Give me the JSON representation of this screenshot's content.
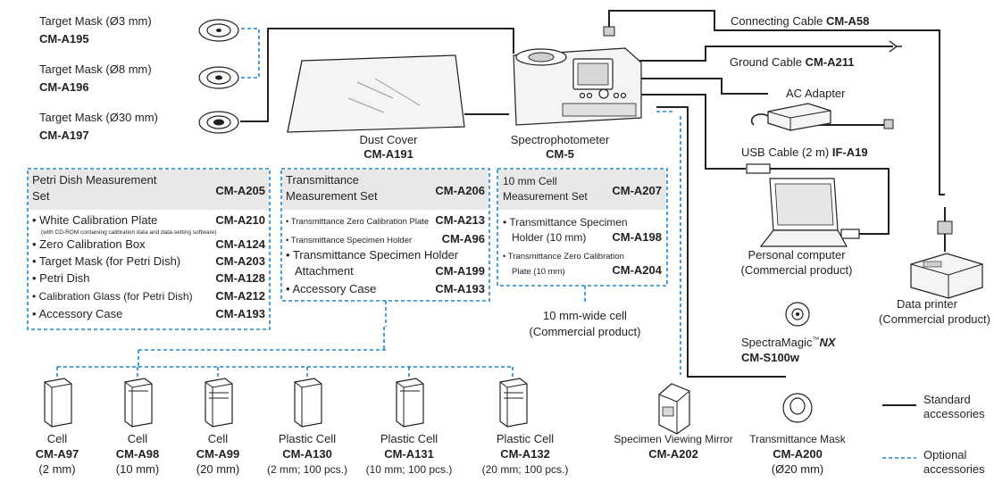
{
  "target_masks": [
    {
      "name": "Target Mask (Ø3 mm)",
      "code": "CM-A195"
    },
    {
      "name": "Target Mask (Ø8 mm)",
      "code": "CM-A196"
    },
    {
      "name": "Target Mask (Ø30 mm)",
      "code": "CM-A197"
    }
  ],
  "dust_cover": {
    "name": "Dust Cover",
    "code": "CM-A191"
  },
  "spectro": {
    "name": "Spectrophotometer",
    "code": "CM-5"
  },
  "cables": {
    "connecting": {
      "name": "Connecting Cable ",
      "code": "CM-A58"
    },
    "ground": {
      "name": "Ground Cable ",
      "code": "CM-A211"
    },
    "ac": {
      "name": "AC Adapter"
    },
    "usb": {
      "name": "USB Cable (2 m) ",
      "code": "IF-A19"
    }
  },
  "pc": {
    "line1": "Personal computer",
    "line2": "(Commercial product)"
  },
  "printer": {
    "line1": "Data printer",
    "line2": "(Commercial product)"
  },
  "software": {
    "name": "SpectraMagic",
    "tm": "™",
    "suffix": "NX",
    "code": "CM-S100w"
  },
  "petri_set": {
    "title1": "Petri Dish Measurement",
    "title2": "Set",
    "code": "CM-A205",
    "items": [
      {
        "name": "• White Calibration Plate",
        "code": "CM-A210"
      },
      {
        "name": "• Zero Calibration Box",
        "code": "CM-A124"
      },
      {
        "name": "• Target Mask (for Petri Dish)",
        "code": "CM-A203"
      },
      {
        "name": "• Petri Dish",
        "code": "CM-A128"
      },
      {
        "name": "• Calibration Glass (for Petri Dish)",
        "code": "CM-A212"
      },
      {
        "name": "• Accessory Case",
        "code": "CM-A193"
      }
    ],
    "note": "(with CD-ROM containing calibration data and data-setting software)"
  },
  "trans_set": {
    "title1": "Transmittance",
    "title2": "Measurement Set",
    "code": "CM-A206",
    "items": [
      {
        "name": "• Transmittance Zero Calibration Plate",
        "code": "CM-A213"
      },
      {
        "name": "• Transmittance Specimen Holder",
        "code": "CM-A96"
      },
      {
        "name": "• Transmittance Specimen Holder",
        "code": ""
      },
      {
        "name": "Attachment",
        "code": "CM-A199"
      },
      {
        "name": "• Accessory Case",
        "code": "CM-A193"
      }
    ]
  },
  "cell_set": {
    "title1": "10 mm Cell",
    "title2": "Measurement Set",
    "code": "CM-A207",
    "items": [
      {
        "name": "• Transmittance Specimen",
        "code": ""
      },
      {
        "name": "Holder (10 mm)",
        "code": "CM-A198"
      },
      {
        "name": "• Transmittance Zero Calibration",
        "code": ""
      },
      {
        "name": "Plate (10 mm)",
        "code": "CM-A204"
      }
    ]
  },
  "wide_cell": {
    "line1": "10 mm-wide cell",
    "line2": "(Commercial product)"
  },
  "cells": [
    {
      "name": "Cell",
      "code": "CM-A97",
      "size": "(2 mm)"
    },
    {
      "name": "Cell",
      "code": "CM-A98",
      "size": "(10 mm)"
    },
    {
      "name": "Cell",
      "code": "CM-A99",
      "size": "(20 mm)"
    },
    {
      "name": "Plastic Cell",
      "code": "CM-A130",
      "size": "(2 mm; 100 pcs.)"
    },
    {
      "name": "Plastic Cell",
      "code": "CM-A131",
      "size": "(10 mm; 100 pcs.)"
    },
    {
      "name": "Plastic Cell",
      "code": "CM-A132",
      "size": "(20 mm; 100 pcs.)"
    }
  ],
  "mirror": {
    "name": "Specimen Viewing Mirror",
    "code": "CM-A202"
  },
  "trans_mask": {
    "name": "Transmittance Mask",
    "code": "CM-A200",
    "size": "(Ø20 mm)"
  },
  "legend": {
    "standard1": "Standard",
    "standard2": "accessories",
    "optional1": "Optional",
    "optional2": "accessories"
  },
  "colors": {
    "optional_line": "#1f86c8",
    "standard_line": "#231f20"
  }
}
